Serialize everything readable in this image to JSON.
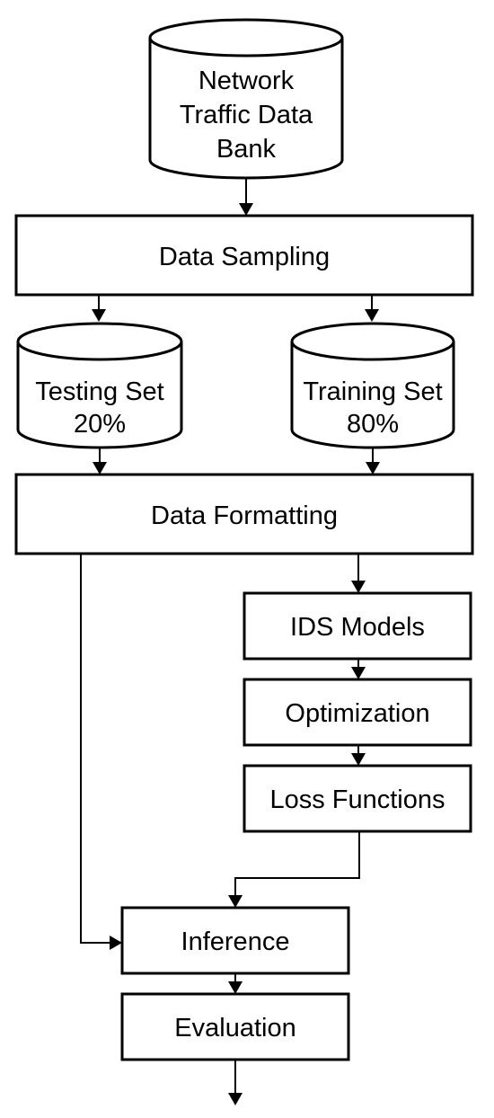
{
  "diagram": {
    "nodes": {
      "network_traffic_data_bank": {
        "shape": "cylinder",
        "lines": [
          "Network",
          "Traffic Data",
          "Bank"
        ]
      },
      "data_sampling": {
        "shape": "rectangle",
        "label": "Data Sampling"
      },
      "testing_set": {
        "shape": "cylinder",
        "lines": [
          "Testing Set",
          "20%"
        ]
      },
      "training_set": {
        "shape": "cylinder",
        "lines": [
          "Training Set",
          "80%"
        ]
      },
      "data_formatting": {
        "shape": "rectangle",
        "label": "Data Formatting"
      },
      "ids_models": {
        "shape": "rectangle",
        "label": "IDS Models"
      },
      "optimization": {
        "shape": "rectangle",
        "label": "Optimization"
      },
      "loss_functions": {
        "shape": "rectangle",
        "label": "Loss Functions"
      },
      "inference": {
        "shape": "rectangle",
        "label": "Inference"
      },
      "evaluation": {
        "shape": "rectangle",
        "label": "Evaluation"
      }
    },
    "edges": [
      {
        "from": "network_traffic_data_bank",
        "to": "data_sampling"
      },
      {
        "from": "data_sampling",
        "to": "testing_set"
      },
      {
        "from": "data_sampling",
        "to": "training_set"
      },
      {
        "from": "testing_set",
        "to": "data_formatting"
      },
      {
        "from": "training_set",
        "to": "data_formatting"
      },
      {
        "from": "data_formatting",
        "to": "ids_models"
      },
      {
        "from": "ids_models",
        "to": "optimization"
      },
      {
        "from": "optimization",
        "to": "loss_functions"
      },
      {
        "from": "loss_functions",
        "to": "inference"
      },
      {
        "from": "data_formatting",
        "to": "inference"
      },
      {
        "from": "inference",
        "to": "evaluation"
      },
      {
        "from": "evaluation",
        "to": null
      }
    ]
  }
}
